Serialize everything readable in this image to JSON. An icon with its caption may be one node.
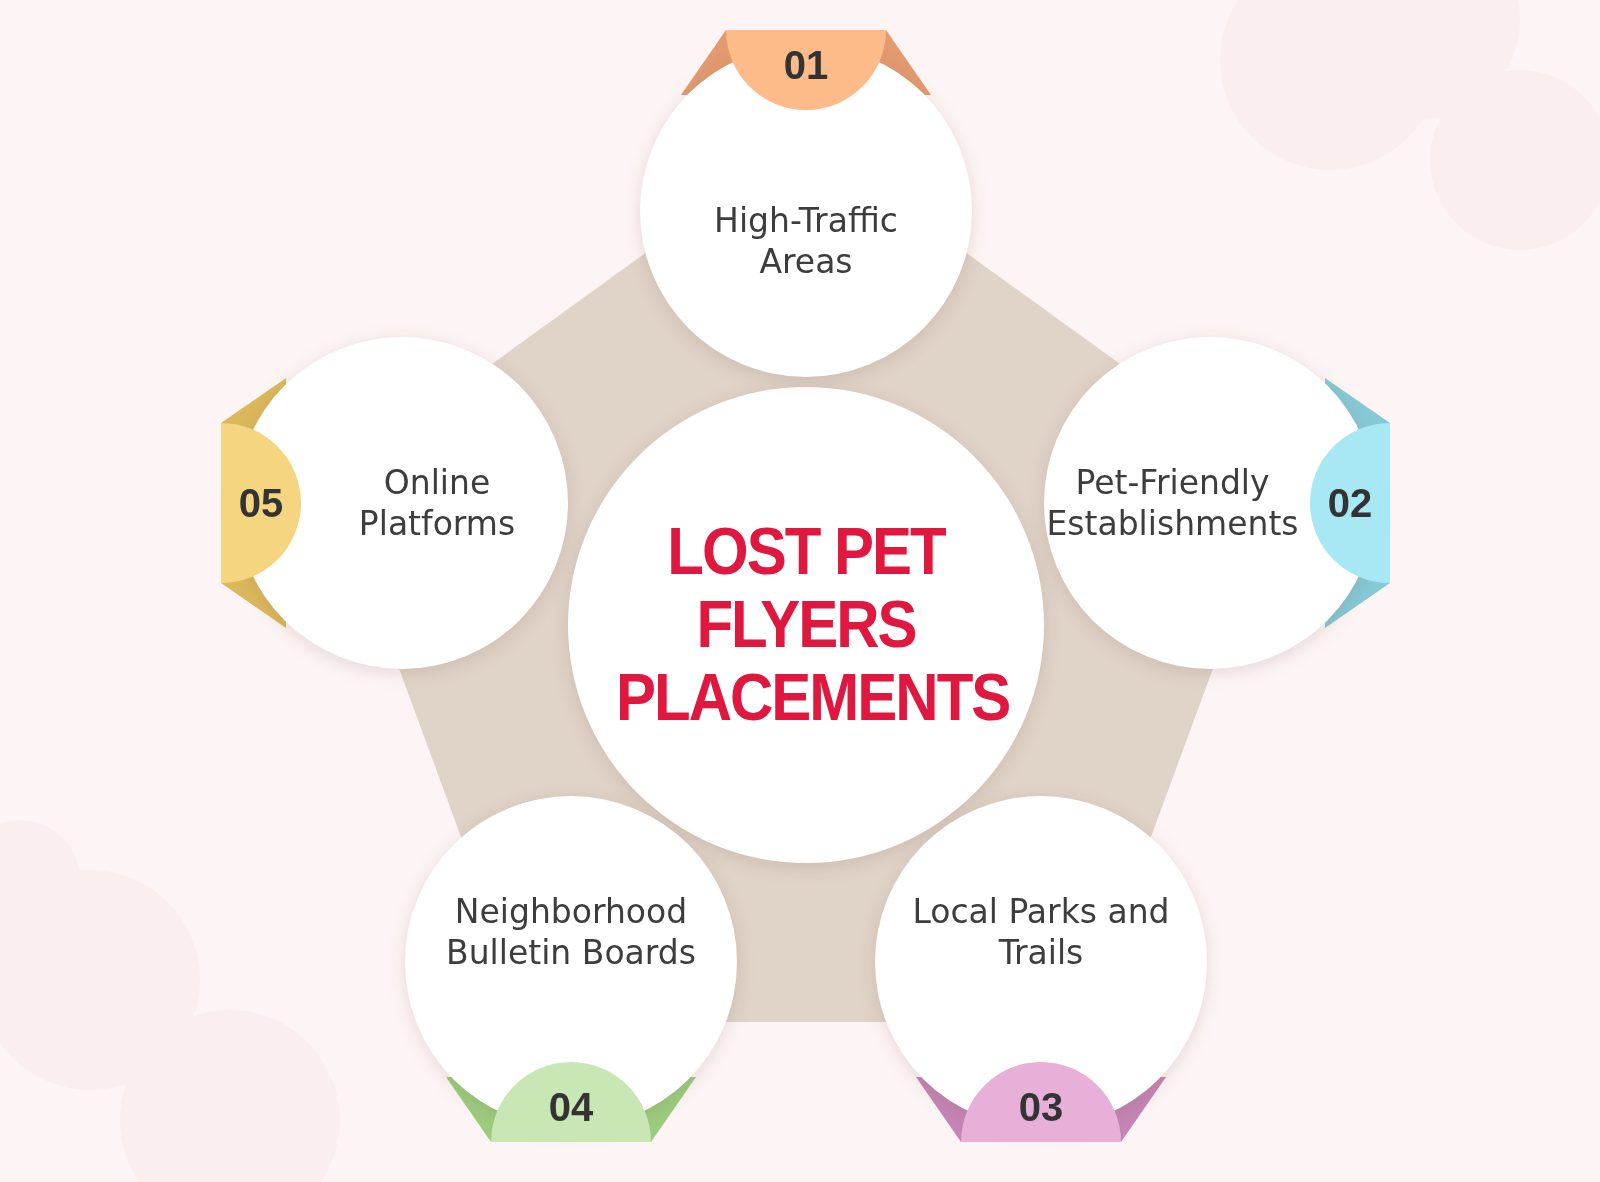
{
  "diagram": {
    "nodes": [
      {
        "text": [
          "LOST PET FLYERS PLACEMENTS"
        ]
      },
      {
        "text": [
          "01",
          "High-Traffic Areas"
        ]
      },
      {
        "text": [
          "Pet-Friendly Establishments",
          "02"
        ]
      },
      {
        "text": [
          "Local Parks and Trails",
          "03"
        ]
      },
      {
        "text": [
          "Neighborhood Bulletin Boards",
          "04"
        ]
      },
      {
        "text": [
          "05",
          "Online Platforms"
        ]
      }
    ]
  }
}
